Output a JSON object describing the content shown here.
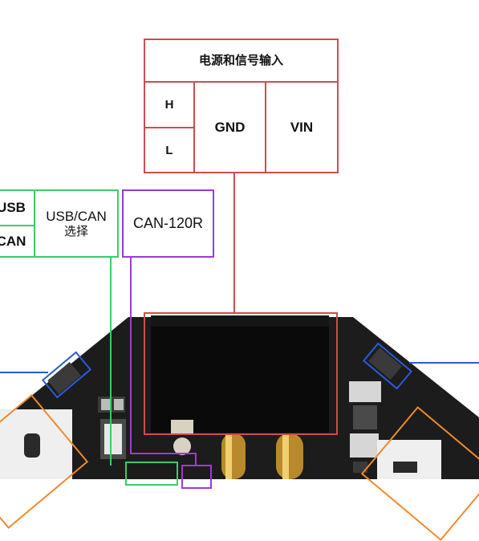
{
  "power_table": {
    "title": "电源和信号输入",
    "h": "H",
    "l": "L",
    "gnd": "GND",
    "vin": "VIN"
  },
  "mode_table": {
    "usb": "USB",
    "can": "CAN",
    "switch_label_line1": "USB/CAN",
    "switch_label_line2": "选择"
  },
  "termination": {
    "label": "CAN-120R"
  },
  "colors": {
    "power": "#d24b4b",
    "mode": "#3ccc6a",
    "termination": "#9b3bd6",
    "connector": "#2a5bd8",
    "port": "#f08a2a",
    "board": "#1c1c1c"
  }
}
